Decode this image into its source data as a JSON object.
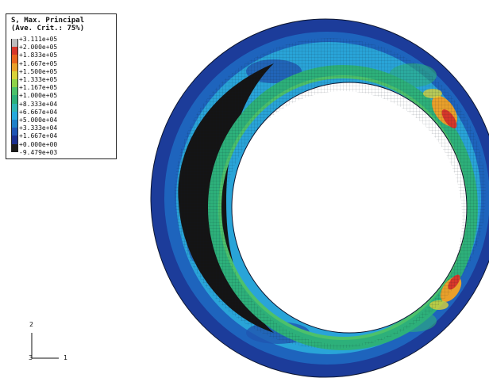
{
  "legend": {
    "title_line1": "S, Max. Principal",
    "title_line2": "(Ave. Crit.: 75%)",
    "ticks": [
      "+3.111e+05",
      "+2.000e+05",
      "+1.833e+05",
      "+1.667e+05",
      "+1.500e+05",
      "+1.333e+05",
      "+1.167e+05",
      "+1.000e+05",
      "+8.333e+04",
      "+6.667e+04",
      "+5.000e+04",
      "+3.333e+04",
      "+1.667e+04",
      "+0.000e+00",
      "-9.479e+03"
    ],
    "colors": [
      "#bdbdbd",
      "#d6372a",
      "#e8651d",
      "#e9a02a",
      "#d8d13a",
      "#8fd24a",
      "#4cc16b",
      "#2db07a",
      "#2fb5b3",
      "#27a9dc",
      "#1e80c8",
      "#1e55b4",
      "#1a2f8f",
      "#1b1b1b"
    ]
  },
  "triad": {
    "axis_y_label": "2",
    "axis_x_label": "1",
    "origin_label": "3"
  }
}
